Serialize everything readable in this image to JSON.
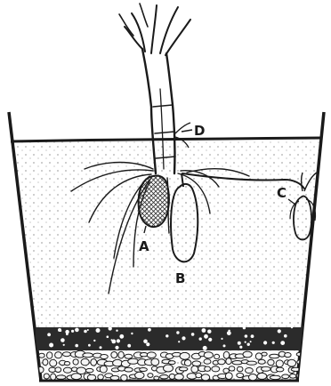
{
  "labels": {
    "a": "A",
    "b": "B",
    "c": "C",
    "d": "D"
  },
  "colors": {
    "ink": "#1a1a1a",
    "paper": "#ffffff",
    "pebble_fill": "#f4f4f4",
    "gravel_dark": "#2b2b2b"
  }
}
